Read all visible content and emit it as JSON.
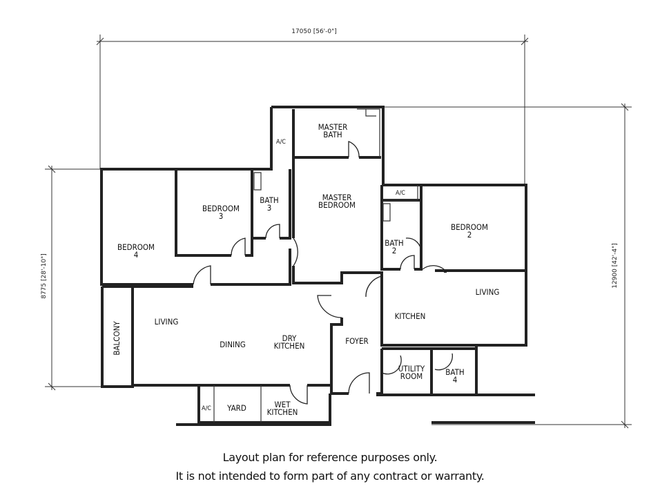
{
  "dimensions": {
    "width": "17050 [56'-0\"]",
    "depth": "12900 [42'-4\"]",
    "left": "8775 [28'-10\"]"
  },
  "rooms": {
    "master_bath": [
      "MASTER",
      "BATH"
    ],
    "ac_top": "A/C",
    "master_bedroom": [
      "MASTER",
      "BEDROOM"
    ],
    "bedroom3": [
      "BEDROOM",
      "3"
    ],
    "bath3": [
      "BATH",
      "3"
    ],
    "bedroom4": [
      "BEDROOM",
      "4"
    ],
    "ac_right": "A/C",
    "bedroom2": [
      "BEDROOM",
      "2"
    ],
    "bath2": [
      "BATH",
      "2"
    ],
    "living_right": "LIVING",
    "kitchen": "KITCHEN",
    "balcony": "BALCONY",
    "living": "LIVING",
    "dining": "DINING",
    "dry_kitchen": [
      "DRY",
      "KITCHEN"
    ],
    "foyer": "FOYER",
    "utility": [
      "UTILITY",
      "ROOM"
    ],
    "bath4": [
      "BATH",
      "4"
    ],
    "ac_yard": "A/C",
    "yard": "YARD",
    "wet_kitchen": [
      "WET",
      "KITCHEN"
    ]
  },
  "caption": {
    "line1": "Layout plan for reference purposes only.",
    "line2": "It is not intended to form part of any contract or warranty."
  }
}
